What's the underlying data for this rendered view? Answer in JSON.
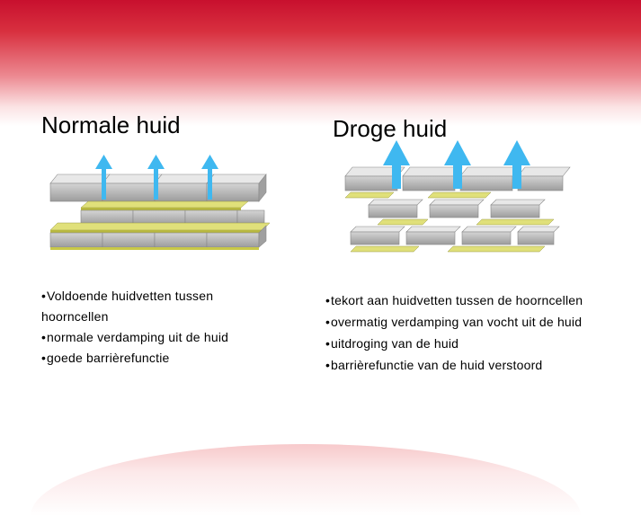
{
  "left": {
    "title": "Normale huid",
    "bullets": [
      "Voldoende huidvetten tussen hoorncellen",
      "normale verdamping uit de huid",
      "goede barrièrefunctie"
    ]
  },
  "right": {
    "title": "Droge huid",
    "bullets": [
      "tekort aan huidvetten tussen de hoorncellen",
      "overmatig verdamping van vocht uit de huid",
      "uitdroging van de huid",
      "barrièrefunctie van de huid verstoord"
    ]
  },
  "colors": {
    "header_red": "#c8102e",
    "brick_grey": "#b8b8b8",
    "lipid_yellow": "#c8c846",
    "arrow_blue": "#3fb8f0"
  }
}
